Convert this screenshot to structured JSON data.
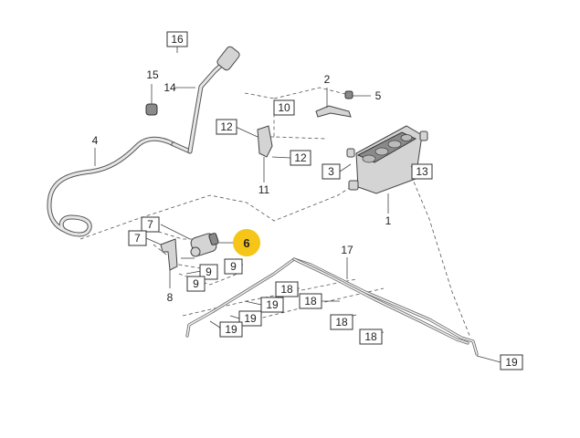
{
  "callouts": {
    "c1": "1",
    "c2": "2",
    "c3": "3",
    "c4": "4",
    "c5": "5",
    "c6": "6",
    "c7a": "7",
    "c7b": "7",
    "c8": "8",
    "c9a": "9",
    "c9b": "9",
    "c9c": "9",
    "c10": "10",
    "c11": "11",
    "c12a": "12",
    "c12b": "12",
    "c13": "13",
    "c14": "14",
    "c15": "15",
    "c16": "16",
    "c17": "17",
    "c18a": "18",
    "c18b": "18",
    "c18c": "18",
    "c18d": "18",
    "c19a": "19",
    "c19b": "19",
    "c19c": "19",
    "c19d": "19"
  },
  "colors": {
    "highlight": "#f5c518",
    "line": "#444444",
    "box_border": "#333333"
  },
  "highlighted_part": "6"
}
